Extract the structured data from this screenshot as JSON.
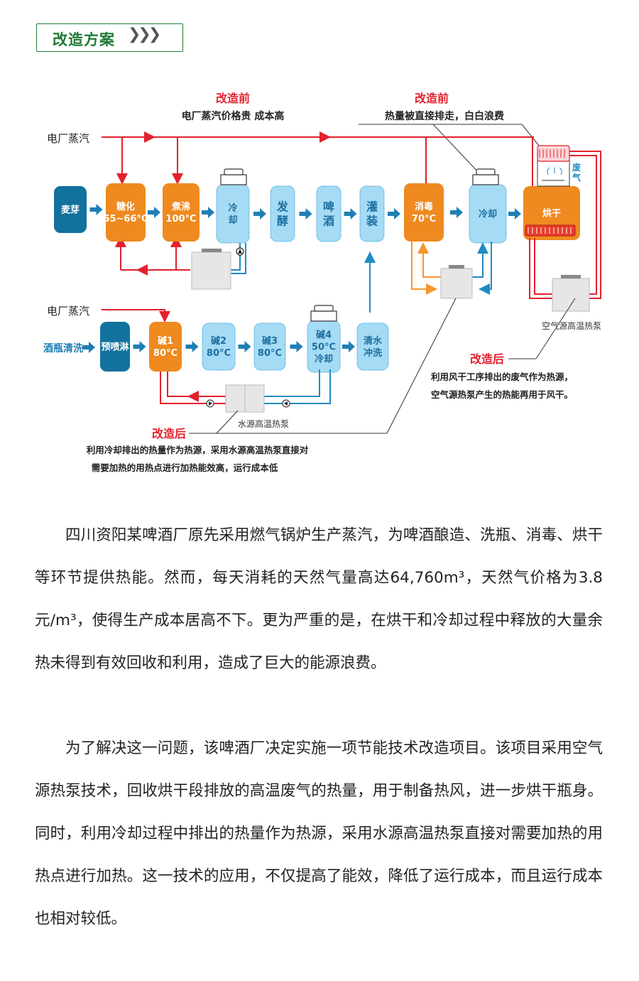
{
  "header": {
    "title": "改造方案",
    "chevrons": "❯❯❯"
  },
  "diagram": {
    "steam_label_top": "电厂蒸汽",
    "steam_label_bottom": "电厂蒸汽",
    "before1": {
      "title": "改造前",
      "desc": "电厂蒸汽价格贵 成本高"
    },
    "before2": {
      "title": "改造前",
      "desc": "热量被直接排走，白白浪费"
    },
    "after1": {
      "title": "改造后",
      "line1": "利用冷却排出的热量作为热源，采用水源高温热泵直接对",
      "line2": "需要加热的用热点进行加热能效高，运行成本低"
    },
    "after2": {
      "title": "改造后",
      "line1": "利用风干工序排出的废气作为热源，",
      "line2": "空气源热泵产生的热能再用于风干。"
    },
    "exhaust_label": "废气",
    "air_pump_label": "空气源高温热泵",
    "water_pump_label": "水源高温热泵",
    "brew_row": [
      {
        "l1": "麦芽",
        "l2": "",
        "type": "dark"
      },
      {
        "l1": "糖化",
        "l2": "55~66°C",
        "type": "hot"
      },
      {
        "l1": "煮沸",
        "l2": "100°C",
        "type": "hot"
      },
      {
        "l1": "冷",
        "l2": "却",
        "type": "cool"
      },
      {
        "l1": "发",
        "l2": "酵",
        "type": "cool"
      },
      {
        "l1": "啤",
        "l2": "酒",
        "type": "cool"
      },
      {
        "l1": "灌",
        "l2": "装",
        "type": "cool"
      },
      {
        "l1": "消毒",
        "l2": "70°C",
        "type": "hot"
      },
      {
        "l1": "冷却",
        "l2": "",
        "type": "cool"
      },
      {
        "l1": "烘干",
        "l2": "",
        "type": "hot"
      }
    ],
    "wash_label": "酒瓶清洗",
    "wash_row": [
      {
        "l1": "预喷淋",
        "l2": "",
        "l3": "",
        "type": "dark"
      },
      {
        "l1": "碱1",
        "l2": "80°C",
        "l3": "",
        "type": "hot"
      },
      {
        "l1": "碱2",
        "l2": "80°C",
        "l3": "",
        "type": "cool"
      },
      {
        "l1": "碱3",
        "l2": "80°C",
        "l3": "",
        "type": "cool"
      },
      {
        "l1": "碱4",
        "l2": "50°C",
        "l3": "冷却",
        "type": "cool"
      },
      {
        "l1": "清水",
        "l2": "冲洗",
        "l3": "",
        "type": "cool"
      }
    ],
    "colors": {
      "hot": "#ee8a1f",
      "cool": "#a5dbf5",
      "dark": "#12729d",
      "steam": "#e3212d",
      "water": "#1f8bc4",
      "green": "#1e7a34"
    }
  },
  "article": {
    "p1": "四川资阳某啤酒厂原先采用燃气锅炉生产蒸汽，为啤酒酿造、洗瓶、消毒、烘干等环节提供热能。然而，每天消耗的天然气量高达64,760m³，天然气价格为3.8元/m³，使得生产成本居高不下。更为严重的是，在烘干和冷却过程中释放的大量余热未得到有效回收和利用，造成了巨大的能源浪费。",
    "p2": "为了解决这一问题，该啤酒厂决定实施一项节能技术改造项目。该项目采用空气源热泵技术，回收烘干段排放的高温废气的热量，用于制备热风，进一步烘干瓶身。同时，利用冷却过程中排出的热量作为热源，采用水源高温热泵直接对需要加热的用热点进行加热。这一技术的应用，不仅提高了能效，降低了运行成本，而且运行成本也相对较低。"
  }
}
